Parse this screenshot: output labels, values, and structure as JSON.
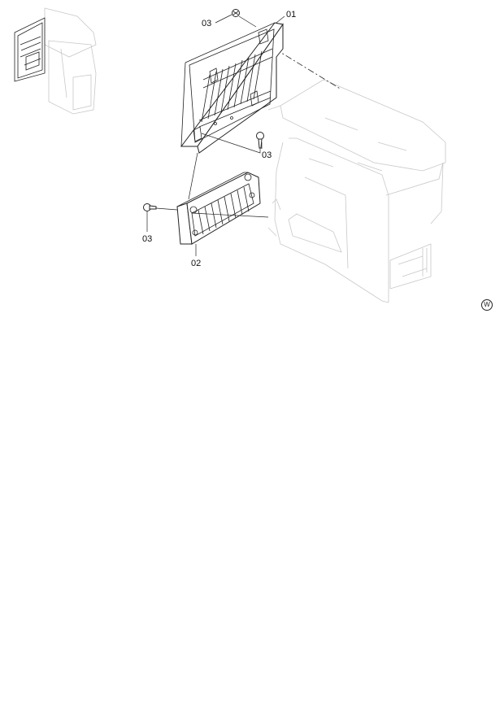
{
  "diagram": {
    "type": "exploded-parts-view",
    "subject": "cab side panel with filter covers",
    "callouts": [
      {
        "id": "01",
        "label": "01",
        "part": "large filter cover (upper)"
      },
      {
        "id": "02",
        "label": "02",
        "part": "small filter cover (lower)"
      },
      {
        "id": "03a",
        "label": "03",
        "part": "bolt (top)"
      },
      {
        "id": "03b",
        "label": "03",
        "part": "bolt (middle)"
      },
      {
        "id": "03c",
        "label": "03",
        "part": "bolt (left)"
      }
    ],
    "marker": {
      "label": "W"
    },
    "thumbnail": {
      "description": "locator view of cab with cover highlighted"
    }
  }
}
